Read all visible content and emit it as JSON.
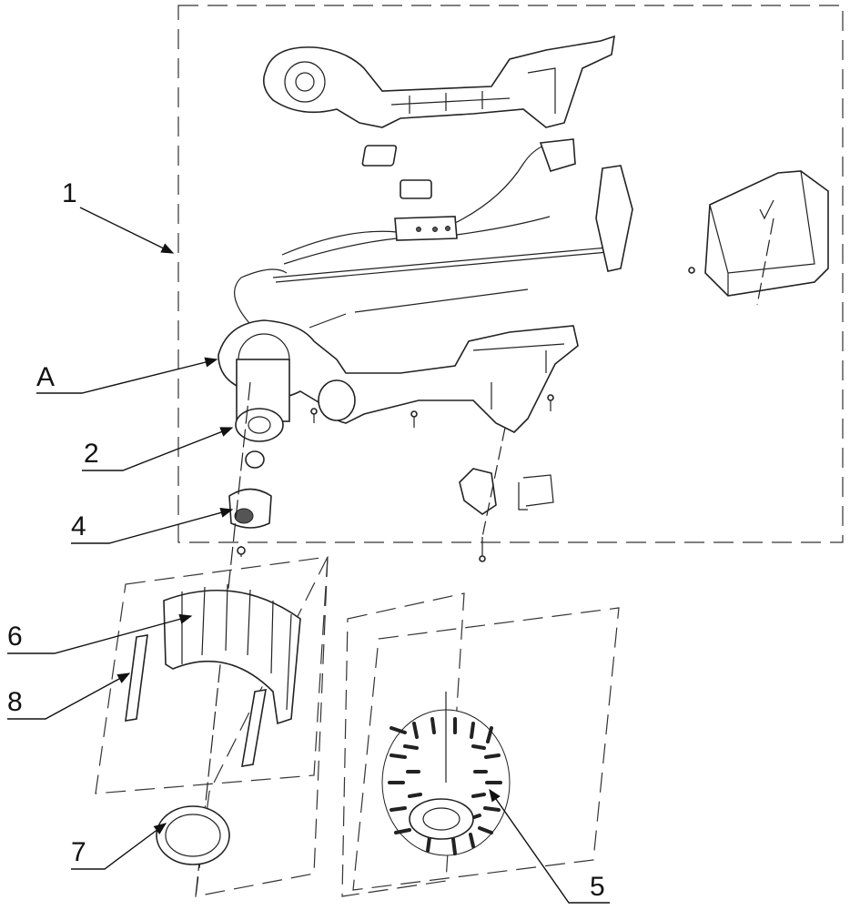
{
  "labels": {
    "assembly": "1",
    "detail_a": "A",
    "part_2": "2",
    "part_4": "4",
    "part_6": "6",
    "part_8": "8",
    "part_7": "7",
    "part_5": "5"
  }
}
